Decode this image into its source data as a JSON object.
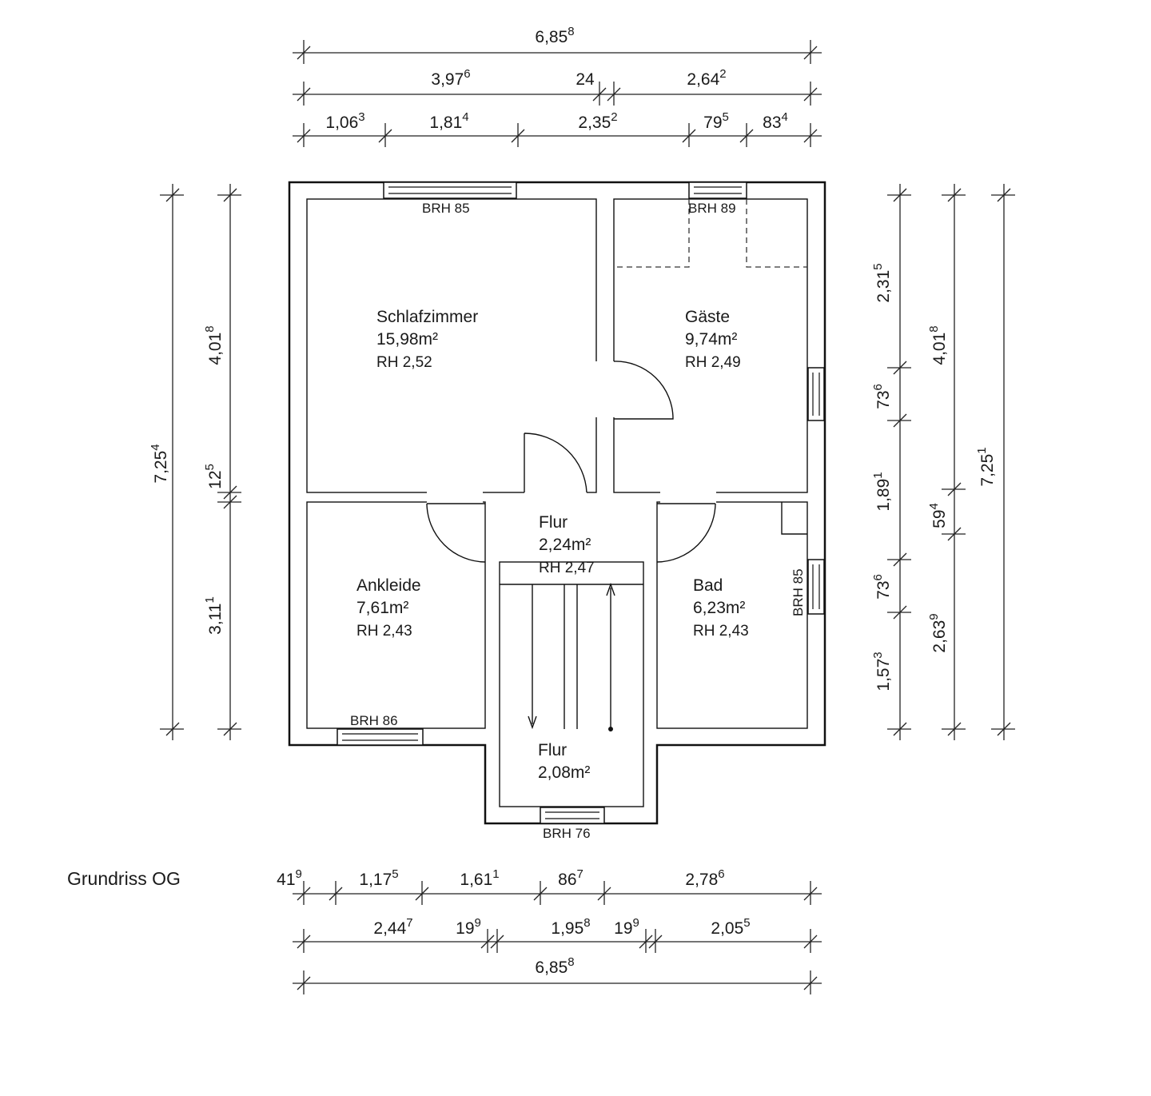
{
  "caption": "Grundriss OG",
  "rooms": {
    "schlafzimmer": {
      "name": "Schlafzimmer",
      "area": "15,98m²",
      "rh": "RH 2,52"
    },
    "gaeste": {
      "name": "Gäste",
      "area": "9,74m²",
      "rh": "RH 2,49"
    },
    "flur_oben": {
      "name": "Flur",
      "area": "2,24m²",
      "rh": "RH 2,47"
    },
    "ankleide": {
      "name": "Ankleide",
      "area": "7,61m²",
      "rh": "RH 2,43"
    },
    "bad": {
      "name": "Bad",
      "area": "6,23m²",
      "rh": "RH 2,43"
    },
    "flur_unten": {
      "name": "Flur",
      "area": "2,08m²"
    }
  },
  "windows": {
    "schlafzimmer": "BRH 85",
    "gaeste": "BRH 89",
    "bad": "BRH 85",
    "ankleide": "BRH 86",
    "flur": "BRH 76"
  },
  "dims": {
    "top1": [
      {
        "main": "6,85",
        "sup": "8"
      }
    ],
    "top2": [
      {
        "main": "3,97",
        "sup": "6"
      },
      {
        "main": "24",
        "sup": ""
      },
      {
        "main": "2,64",
        "sup": "2"
      }
    ],
    "top3": [
      {
        "main": "1,06",
        "sup": "3"
      },
      {
        "main": "1,81",
        "sup": "4"
      },
      {
        "main": "2,35",
        "sup": "2"
      },
      {
        "main": "79",
        "sup": "5"
      },
      {
        "main": "83",
        "sup": "4"
      }
    ],
    "left1": [
      {
        "main": "7,25",
        "sup": "4"
      }
    ],
    "left2": [
      {
        "main": "4,01",
        "sup": "8"
      },
      {
        "main": "12",
        "sup": "5"
      },
      {
        "main": "3,11",
        "sup": "1"
      }
    ],
    "right1": [
      {
        "main": "2,31",
        "sup": "5"
      },
      {
        "main": "73",
        "sup": "6"
      },
      {
        "main": "1,89",
        "sup": "1"
      },
      {
        "main": "73",
        "sup": "6"
      },
      {
        "main": "1,57",
        "sup": "3"
      }
    ],
    "right2": [
      {
        "main": "4,01",
        "sup": "8"
      },
      {
        "main": "59",
        "sup": "4"
      },
      {
        "main": "2,63",
        "sup": "9"
      }
    ],
    "right3": [
      {
        "main": "7,25",
        "sup": "1"
      }
    ],
    "bottom1": [
      {
        "main": "41",
        "sup": "9"
      },
      {
        "main": "1,17",
        "sup": "5"
      },
      {
        "main": "1,61",
        "sup": "1"
      },
      {
        "main": "86",
        "sup": "7"
      },
      {
        "main": "2,78",
        "sup": "6"
      }
    ],
    "bottom2": [
      {
        "main": "2,44",
        "sup": "7"
      },
      {
        "main": "19",
        "sup": "9"
      },
      {
        "main": "1,95",
        "sup": "8"
      },
      {
        "main": "19",
        "sup": "9"
      },
      {
        "main": "2,05",
        "sup": "5"
      }
    ],
    "bottom3": [
      {
        "main": "6,85",
        "sup": "8"
      }
    ]
  }
}
